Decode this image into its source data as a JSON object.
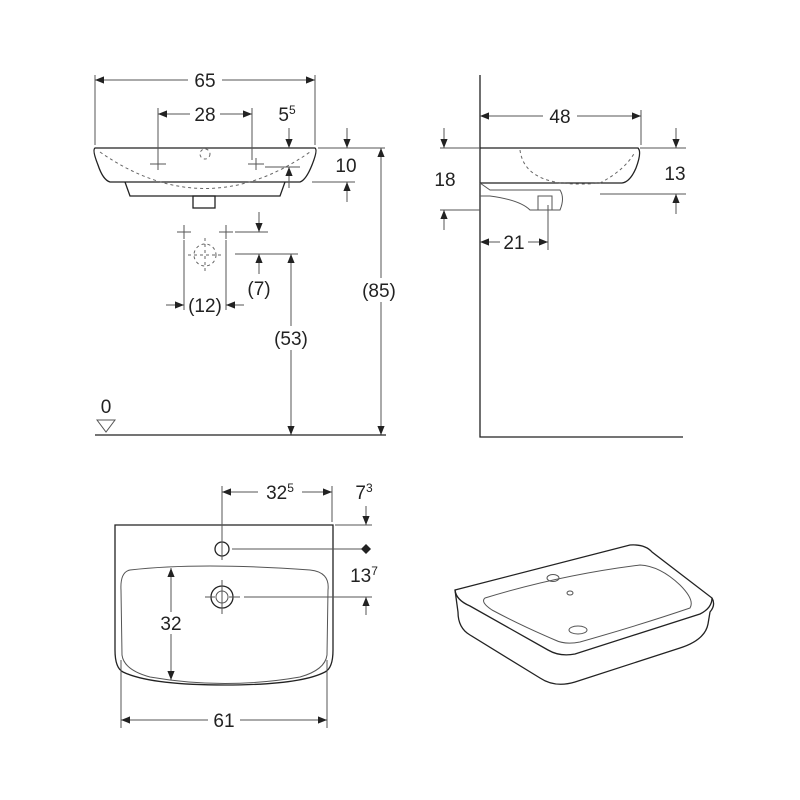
{
  "front_view": {
    "width": "65",
    "tap_spacing": "28",
    "tap_height": {
      "main": "5",
      "sup": "5"
    },
    "rim_depth": "10",
    "rim_height": "(85)",
    "rough_in_offset": "(7)",
    "rough_in_spacing": "(12)",
    "rough_in_height": "(53)",
    "floor_level": "0"
  },
  "side_view": {
    "depth": "48",
    "overall_height": "18",
    "rim_height": "13",
    "drain_offset": "21"
  },
  "plan_view": {
    "tap_offset": {
      "main": "32",
      "sup": "5"
    },
    "tap_from_back": {
      "main": "7",
      "sup": "3"
    },
    "tap_to_drain": {
      "main": "13",
      "sup": "7"
    },
    "bowl_depth": "32",
    "bowl_width": "61"
  },
  "colors": {
    "line": "#222222",
    "background": "#ffffff"
  }
}
